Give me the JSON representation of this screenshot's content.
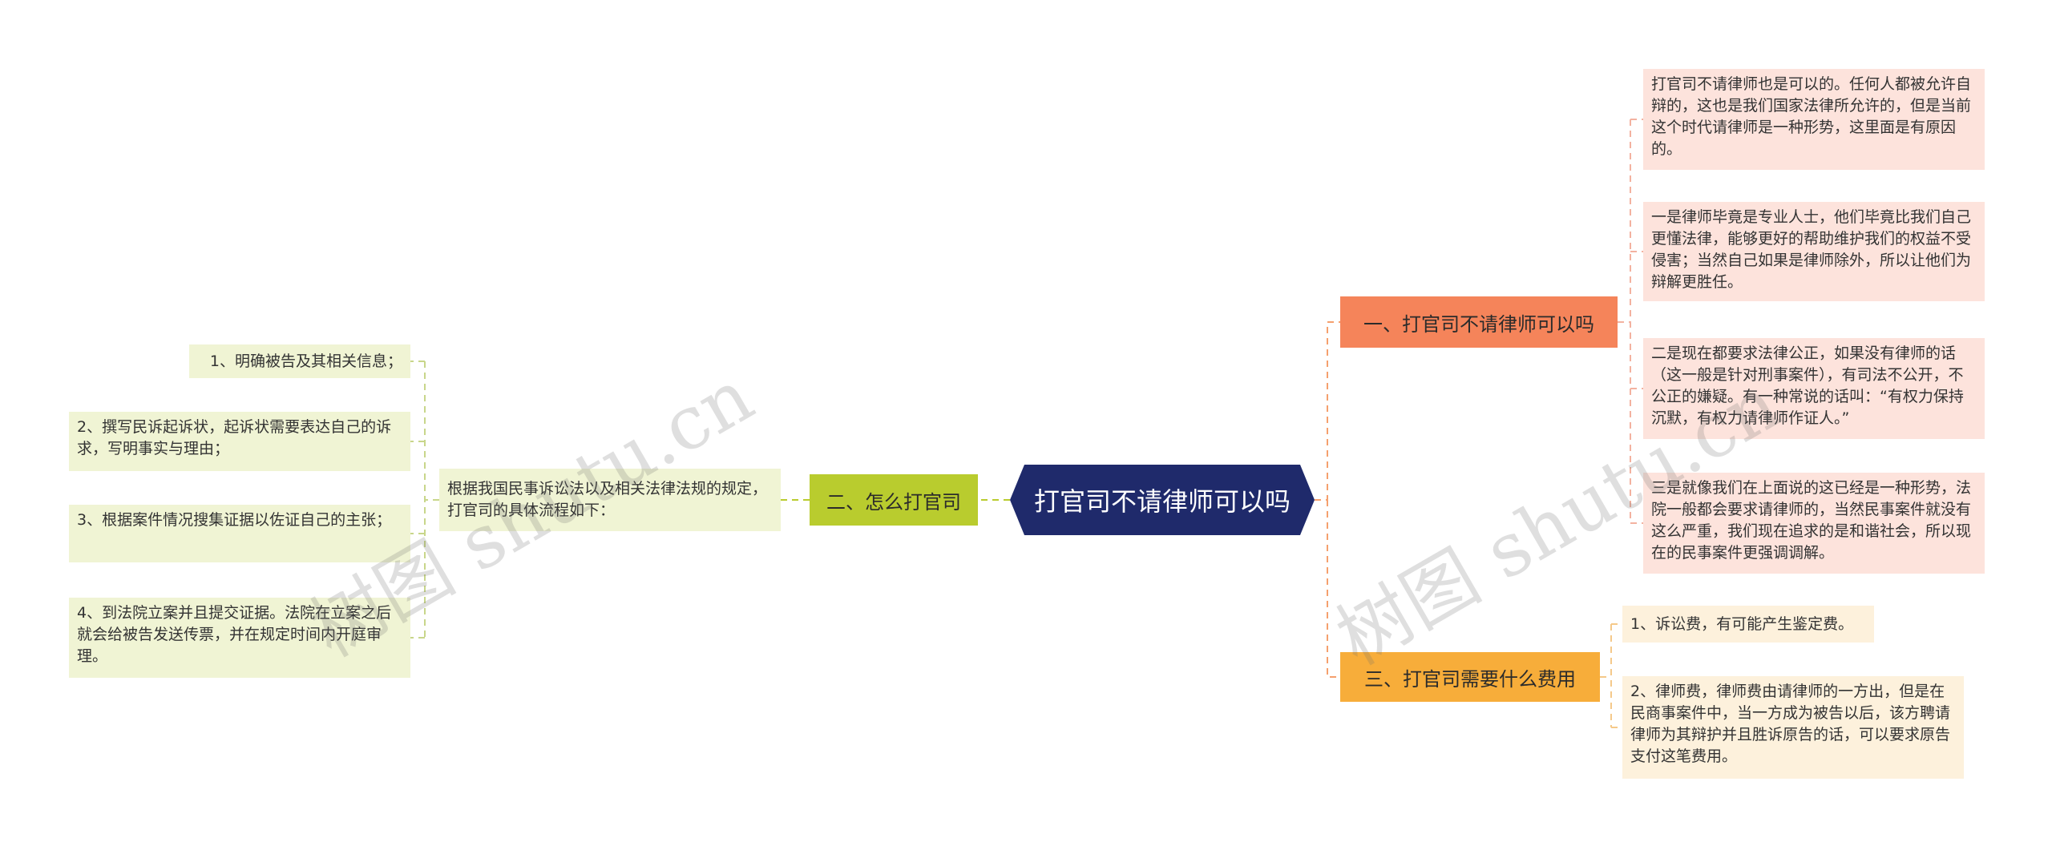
{
  "root": {
    "label": "打官司不请律师可以吗"
  },
  "left_branch": {
    "label": "二、怎么打官司",
    "intro": "根据我国民事诉讼法以及相关法律法规的规定，打官司的具体流程如下：",
    "steps": [
      "1、明确被告及其相关信息；",
      "2、撰写民诉起诉状，起诉状需要表达自己的诉求，写明事实与理由；",
      "3、根据案件情况搜集证据以佐证自己的主张；",
      "4、到法院立案并且提交证据。法院在立案之后就会给被告发送传票，并在规定时间内开庭审理。"
    ]
  },
  "right_branches": [
    {
      "label": "一、打官司不请律师可以吗",
      "items": [
        "打官司不请律师也是可以的。任何人都被允许自辩的，这也是我们国家法律所允许的，但是当前这个时代请律师是一种形势，这里面是有原因的。",
        "一是律师毕竟是专业人士，他们毕竟比我们自己更懂法律，能够更好的帮助维护我们的权益不受侵害；当然自己如果是律师除外，所以让他们为辩解更胜任。",
        "二是现在都要求法律公正，如果没有律师的话（这一般是针对刑事案件），有司法不公开，不公正的嫌疑。有一种常说的话叫：“有权力保持沉默，有权力请律师作证人。”",
        "三是就像我们在上面说的这已经是一种形势，法院一般都会要求请律师的，当然民事案件就没有这么严重，我们现在追求的是和谐社会，所以现在的民事案件更强调调解。"
      ]
    },
    {
      "label": "三、打官司需要什么费用",
      "items": [
        "1、诉讼费，有可能产生鉴定费。",
        "2、律师费，律师费由请律师的一方出，但是在民商事案件中，当一方成为被告以后，该方聘请律师为其辩护并且胜诉原告的话，可以要求原告支付这笔费用。"
      ]
    }
  ],
  "watermark": {
    "text": "树图 shutu.cn"
  },
  "colors": {
    "root_bg": "#1f2a6b",
    "left_branch_bg": "#b9cc2e",
    "left_leaf_bg": "#f0f4d4",
    "right_branch1_bg": "#f5845a",
    "right_leaf1_bg": "#fde3dc",
    "right_branch2_bg": "#f7ad3a",
    "right_leaf2_bg": "#fdf1dc"
  }
}
